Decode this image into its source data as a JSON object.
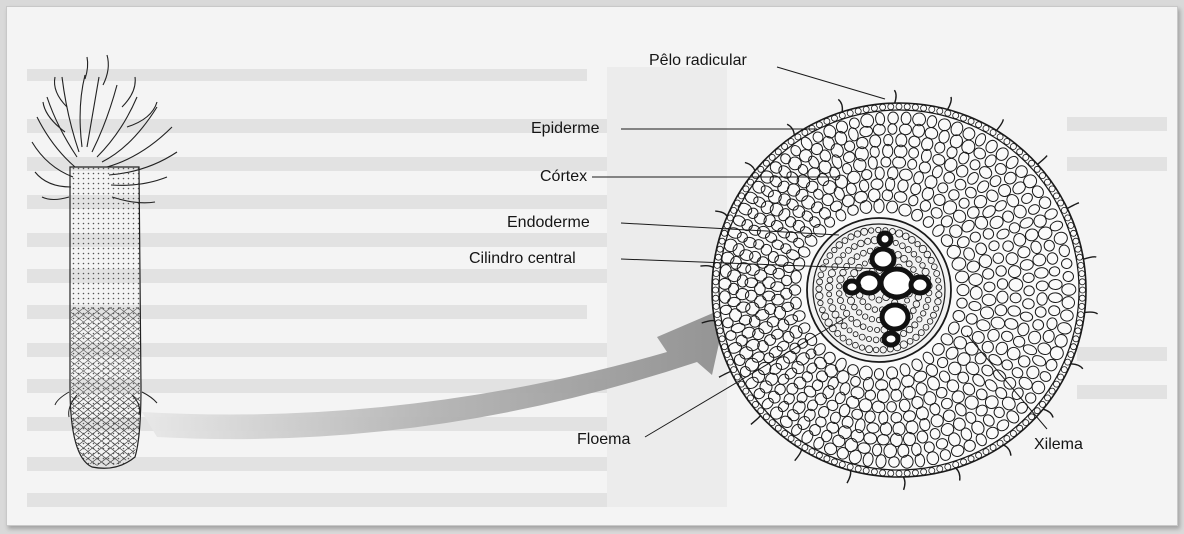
{
  "labels": {
    "pelo_radicular": "Pêlo radicular",
    "epiderme": "Epiderme",
    "cortex": "Córtex",
    "endoderme": "Endoderme",
    "cilindro_central": "Cilindro central",
    "floema": "Floema",
    "xilema": "Xilema"
  },
  "colors": {
    "background": "#f4f4f4",
    "ink": "#1a1a1a",
    "arrow": "#9a9a9a"
  }
}
